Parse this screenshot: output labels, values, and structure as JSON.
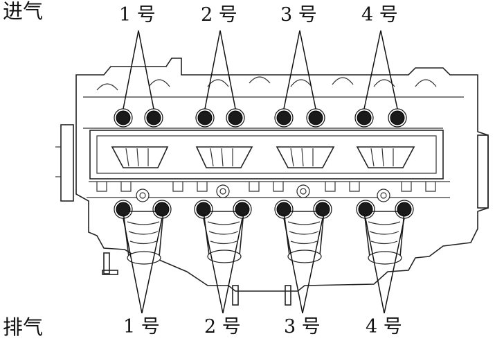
{
  "labels": {
    "intake": "进气",
    "exhaust": "排气",
    "intake_cylinders": [
      "1 号",
      "2 号",
      "3 号",
      "4 号"
    ],
    "exhaust_cylinders": [
      "1 号",
      "2 号",
      "3 号",
      "4 号"
    ]
  }
}
